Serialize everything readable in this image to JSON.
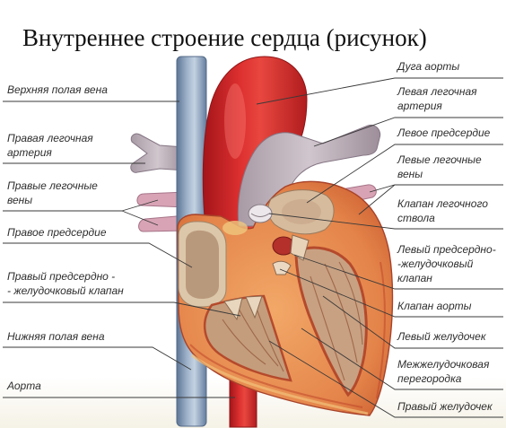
{
  "title": "Внутреннее строение сердца (рисунок)",
  "labels": {
    "superior_vena_cava": [
      "Верхняя полая вена"
    ],
    "right_pulmonary_artery": [
      "Правая легочная",
      "артерия"
    ],
    "right_pulmonary_veins": [
      "Правые легочные",
      "вены"
    ],
    "right_atrium": [
      "Правое предсердие"
    ],
    "right_av_valve": [
      "Правый предсердно -",
      "- желудочковый клапан"
    ],
    "inferior_vena_cava": [
      "Нижняя полая вена"
    ],
    "aorta": [
      "Аорта"
    ],
    "aortic_arch": [
      "Дуга аорты"
    ],
    "left_pulmonary_artery": [
      "Левая легочная",
      "артерия"
    ],
    "left_atrium": [
      "Левое предсердие"
    ],
    "left_pulmonary_veins": [
      "Левые легочные",
      "вены"
    ],
    "pulmonary_valve": [
      "Клапан легочного",
      "ствола"
    ],
    "left_av_valve": [
      "Левый предсердно-",
      "-желудочковый",
      "клапан"
    ],
    "aortic_valve": [
      "Клапан аорты"
    ],
    "left_ventricle": [
      "Левый желудочек"
    ],
    "interventricular_septum": [
      "Межжелудочковая",
      "перегородка"
    ],
    "right_ventricle": [
      "Правый желудочек"
    ]
  }
}
